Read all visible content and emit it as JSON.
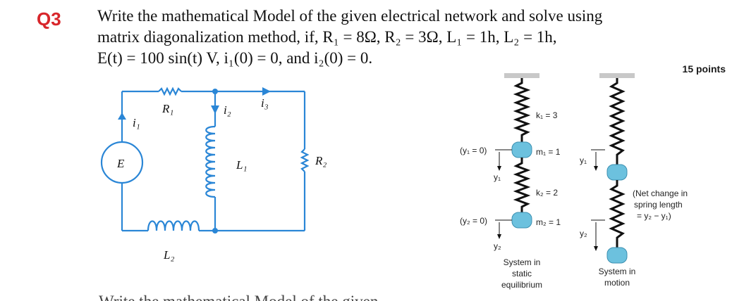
{
  "question": {
    "number": "Q3",
    "lines": [
      "Write the mathematical Model of the given electrical network and solve using",
      "matrix diagonalization method, if, R₁ = 8Ω, R₂ = 3Ω, L₁ = 1h, L₂ = 1h,",
      "E(t) = 100 sin(t) V, i₁(0) = 0, and i₂(0) = 0."
    ],
    "points": "15 points"
  },
  "circuit": {
    "i1": "i₁",
    "i2": "i₂",
    "i3": "i₃",
    "R1": "R₁",
    "R2": "R₂",
    "L1": "L₁",
    "L2": "L₂",
    "E": "E"
  },
  "springs": {
    "k1": "k₁ = 3",
    "m1": "m₁ = 1",
    "k2": "k₂ = 2",
    "m2": "m₂ = 1",
    "y1_eq": "(y₁ = 0)",
    "y2_eq": "(y₂ = 0)",
    "y1": "y₁",
    "y2": "y₂",
    "y1_motion": "y₁",
    "y2_motion": "y₂",
    "net_change": [
      "(Net change in",
      "spring length",
      "= y₂ − y₁)"
    ],
    "static_caption": [
      "System in",
      "static",
      "equilibrium"
    ],
    "motion_caption": [
      "System in",
      "motion"
    ]
  },
  "footer_fragment": "Write the mathematical Model of the given"
}
